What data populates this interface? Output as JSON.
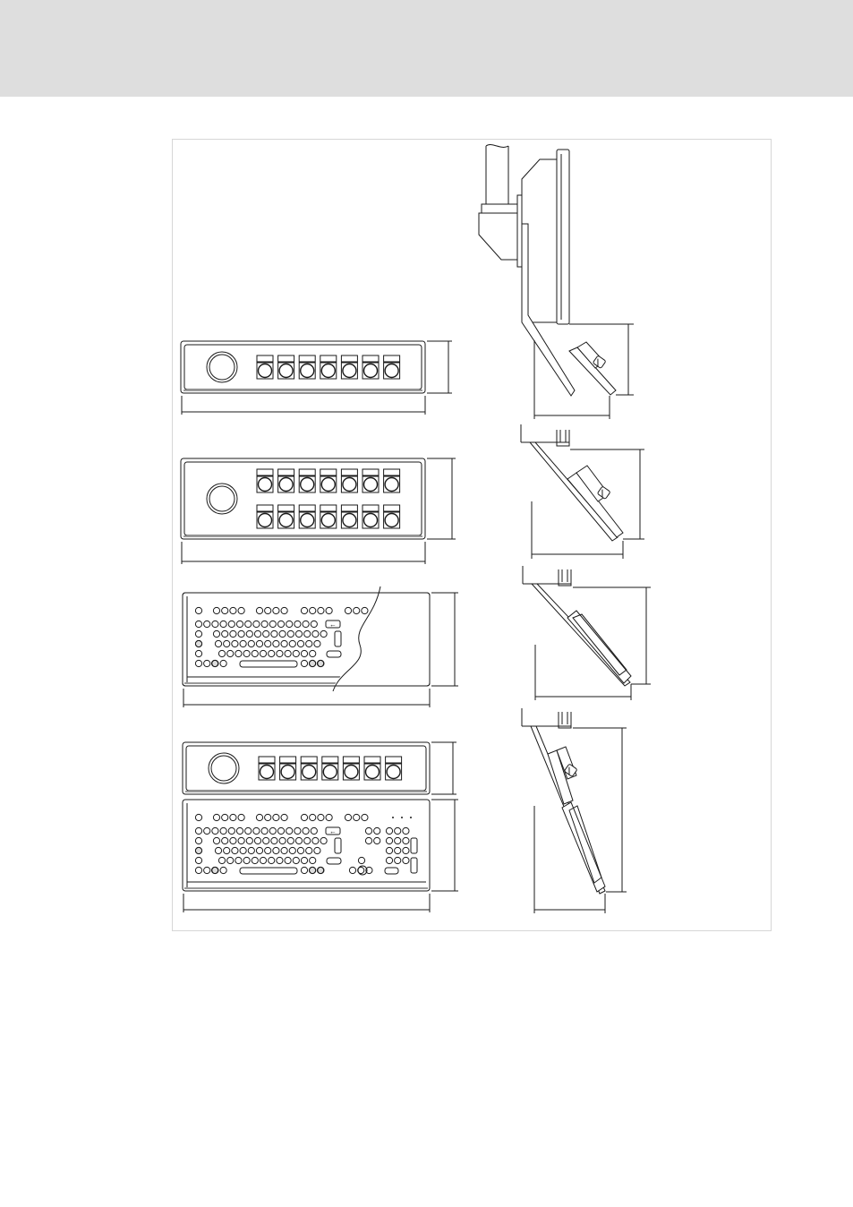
{
  "colors": {
    "header_band": "#dedede",
    "frame_border": "#d6d6d6",
    "line": "#1a1a1a",
    "panel_fill": "#ffffff",
    "inset_fill": "#f4f4f4",
    "shadow_fill": "#9a9a9a"
  },
  "figure": {
    "front_views": [
      {
        "id": "button-panel-7",
        "button_rows": 1,
        "buttons_per_row": 7,
        "has_knob": true
      },
      {
        "id": "button-panel-14",
        "button_rows": 2,
        "buttons_per_row": 7,
        "has_knob": true
      },
      {
        "id": "keyboard-compact",
        "has_break_line": true
      },
      {
        "id": "button-panel-with-keyboard-full",
        "button_rows": 1,
        "buttons_per_row": 7,
        "has_knob": true,
        "has_numpad": true
      }
    ],
    "side_views": [
      {
        "id": "monitor-arm-with-button-panel"
      },
      {
        "id": "bracket-with-button-panel"
      },
      {
        "id": "bracket-with-keyboard"
      },
      {
        "id": "bracket-with-button-panel-and-keyboard"
      }
    ],
    "key_glyphs": {
      "backspace": "←",
      "enter": "↵",
      "special": "⊗"
    }
  }
}
